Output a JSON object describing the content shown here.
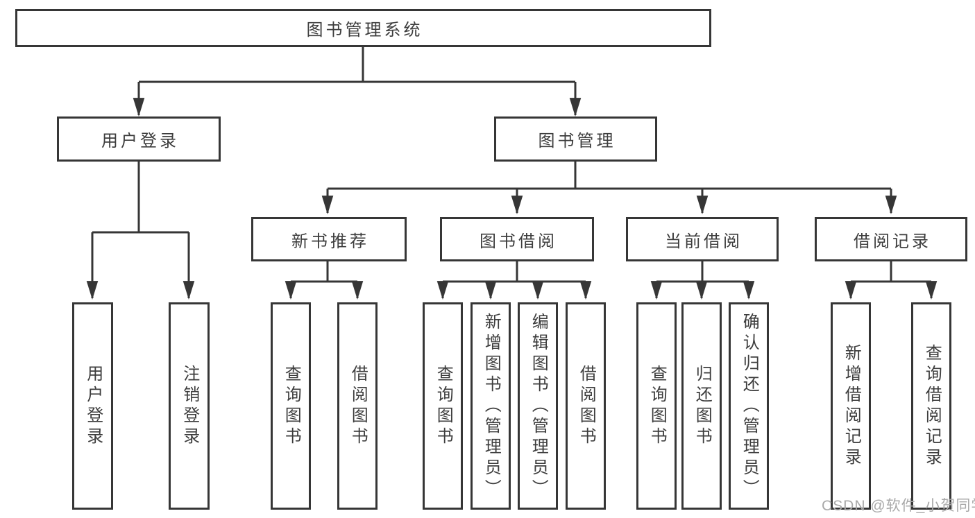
{
  "diagram": {
    "root": {
      "label": "图书管理系统"
    },
    "level2": [
      {
        "label": "用户登录"
      },
      {
        "label": "图书管理"
      }
    ],
    "level3": [
      {
        "label": "新书推荐"
      },
      {
        "label": "图书借阅"
      },
      {
        "label": "当前借阅"
      },
      {
        "label": "借阅记录"
      }
    ],
    "leaves": [
      {
        "label": "用户登录"
      },
      {
        "label": "注销登录"
      },
      {
        "label": "查询图书"
      },
      {
        "label": "借阅图书"
      },
      {
        "label": "查询图书"
      },
      {
        "label": "新增图书（管理员）"
      },
      {
        "label": "编辑图书（管理员）"
      },
      {
        "label": "借阅图书"
      },
      {
        "label": "查询图书"
      },
      {
        "label": "归还图书"
      },
      {
        "label": "确认归还（管理员）"
      },
      {
        "label": "新增借阅记录"
      },
      {
        "label": "查询借阅记录"
      }
    ]
  },
  "watermark": {
    "text": "CSDN @软件_小贺同学"
  },
  "colors": {
    "line": "#363636",
    "box_border": "#363636",
    "text": "#3d3d3d",
    "watermark": "#a9a9a9",
    "background": "#ffffff"
  }
}
